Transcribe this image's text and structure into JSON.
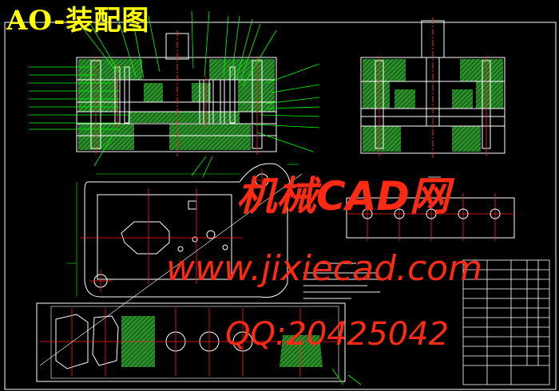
{
  "drawing": {
    "title": "AO-装配图",
    "watermark_site": "机械CAD网",
    "watermark_url": "www.jixiecad.com",
    "watermark_qq": "QQ:20425042"
  },
  "colors": {
    "background": "#000000",
    "title": "#ffff00",
    "outline": "#ffffff",
    "hatch": "#2eab2e",
    "leader": "#00ff00",
    "centerline": "#ff2020",
    "watermark": "#ff2a14"
  }
}
